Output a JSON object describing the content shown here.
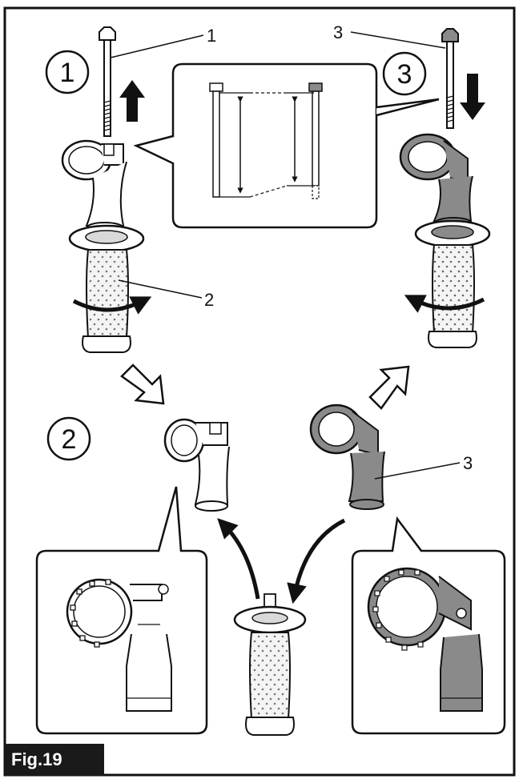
{
  "figure": {
    "label": "Fig.19"
  },
  "steps": {
    "s1": "1",
    "s2": "2",
    "s3": "3"
  },
  "callouts": {
    "c1": "1",
    "c2": "2",
    "c3_top": "3",
    "c3_mid": "3"
  },
  "colors": {
    "line": "#111111",
    "dark_part": "#8a8a8a",
    "light_part": "#ffffff",
    "shade": "#d9d9d9"
  }
}
